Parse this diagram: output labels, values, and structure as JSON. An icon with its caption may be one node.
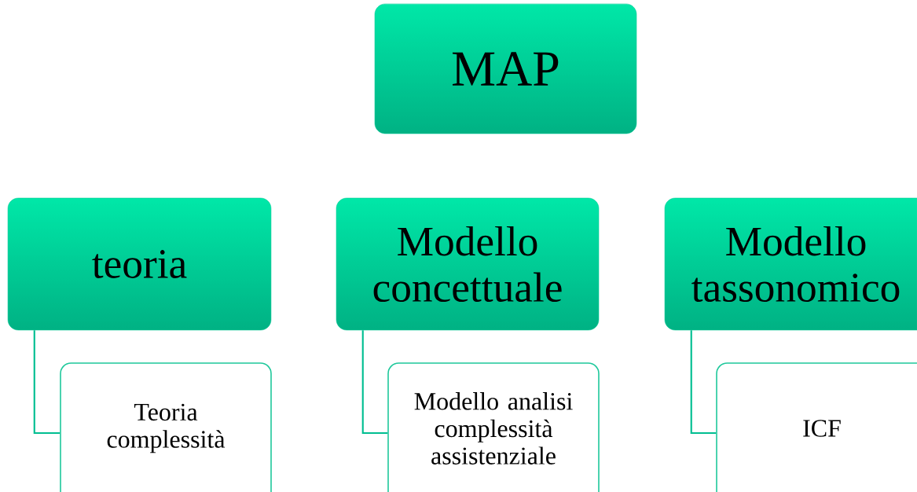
{
  "diagram": {
    "nodes": [
      {
        "text": [
          "MAP"
        ]
      },
      {
        "text": [
          "teoria"
        ]
      },
      {
        "text": [
          "Teoria complessità"
        ]
      },
      {
        "text": [
          "Modello concettuale"
        ]
      },
      {
        "text": [
          "Modello analisi complessità assistenziale"
        ]
      },
      {
        "text": [
          "Modello tassonomico"
        ]
      },
      {
        "text": [
          "ICF"
        ]
      }
    ],
    "edges": [
      {
        "from": 1,
        "to": 2,
        "arrow": "none"
      },
      {
        "from": 3,
        "to": 4,
        "arrow": "none"
      },
      {
        "from": 5,
        "to": 6,
        "arrow": "none"
      }
    ]
  }
}
